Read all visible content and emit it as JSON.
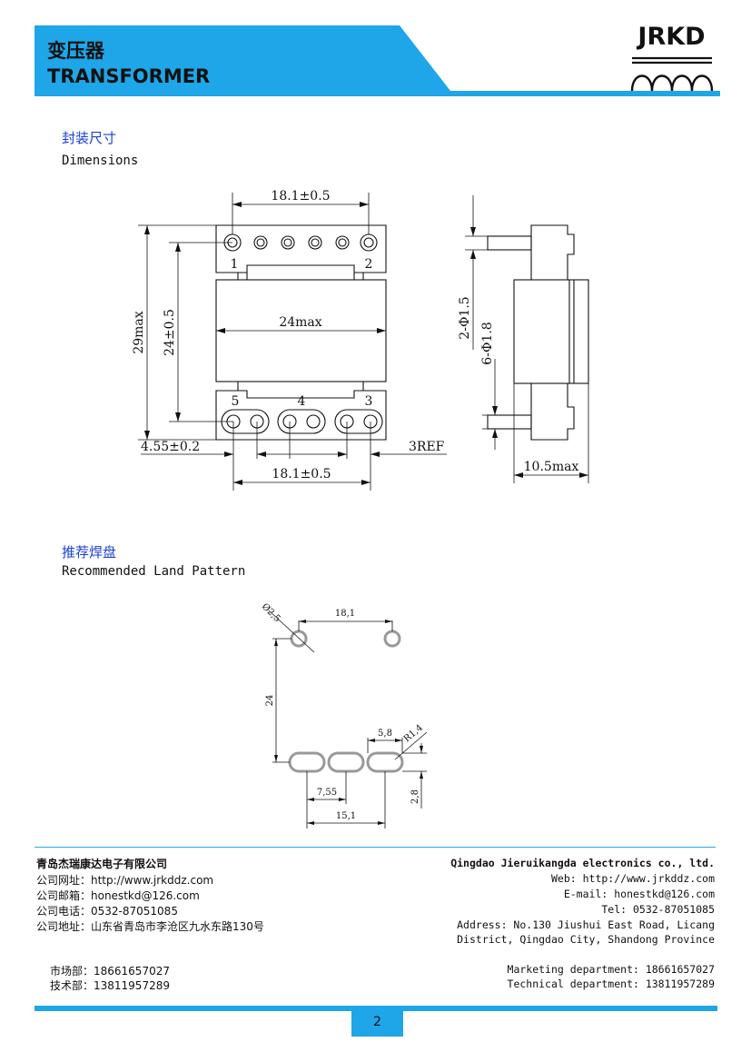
{
  "header": {
    "title_cn": "变压器",
    "title_en": "TRANSFORMER",
    "logo_text": "JRKD",
    "band_color": "#1ea6e8"
  },
  "dimensions": {
    "heading_cn": "封装尺寸",
    "heading_en": "Dimensions",
    "labels": {
      "top_width": "18.1±0.5",
      "pin_1": "1",
      "pin_2": "2",
      "pin_3": "3",
      "pin_4": "4",
      "pin_5": "5",
      "body_width": "24max",
      "total_height": "29max",
      "pin_span": "24±0.5",
      "pitch": "4.55±0.2",
      "ref": "3REF",
      "bottom_width": "18.1±0.5",
      "pin_dia_2": "2-Φ1.5",
      "pin_dia_6": "6-Φ1.8",
      "depth": "10.5max"
    }
  },
  "land_pattern": {
    "heading_cn": "推荐焊盘",
    "heading_en": "Recommended Land Pattern",
    "labels": {
      "hole_dia": "Ø2,5",
      "top_span": "18,1",
      "vertical": "24",
      "slot_len": "5,8",
      "slot_radius": "R1,4",
      "slot_height": "2,8",
      "pitch": "7,55",
      "bottom_span": "15,1"
    }
  },
  "footer": {
    "left": {
      "company": "青岛杰瑞康达电子有限公司",
      "website": "公司网址：http://www.jrkddz.com",
      "email": "公司邮箱：honestkd@126.com",
      "tel": "公司电话：0532-87051085",
      "address": "公司地址：山东省青岛市李沧区九水东路130号",
      "marketing": "市场部：18661657027",
      "technical": "技术部：13811957289"
    },
    "right": {
      "company": "Qingdao Jieruikangda electronics co., ltd.",
      "website": "Web: http://www.jrkddz.com",
      "email": "E-mail: honestkd@126.com",
      "tel": "Tel: 0532-87051085",
      "address_1": "Address: No.130 Jiushui East Road, Licang",
      "address_2": "District, Qingdao City, Shandong Province",
      "marketing": "Marketing department: 18661657027",
      "technical": "Technical department: 13811957289"
    },
    "page_number": "2",
    "accent_color": "#1ea6e8"
  }
}
